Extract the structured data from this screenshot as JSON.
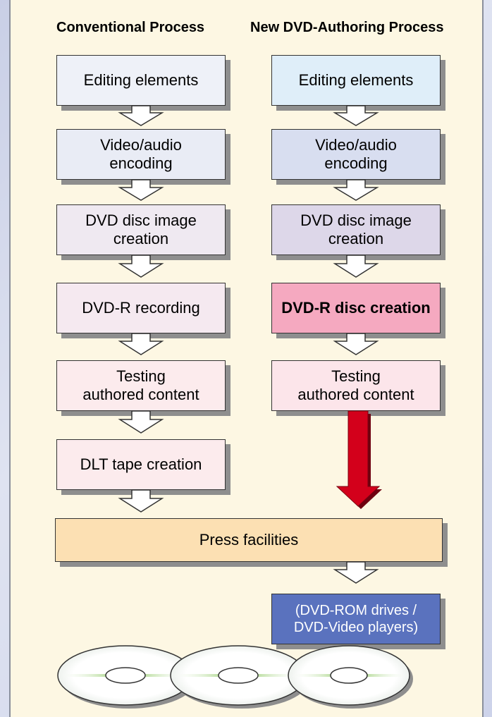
{
  "columns": {
    "left_title": "Conventional Process",
    "right_title": "New DVD-Authoring Process"
  },
  "left_steps": [
    {
      "label": "Editing elements"
    },
    {
      "label": "Video/audio\nencoding"
    },
    {
      "label": "DVD disc image\ncreation"
    },
    {
      "label": "DVD-R recording"
    },
    {
      "label": "Testing\nauthored content"
    },
    {
      "label": "DLT tape creation"
    }
  ],
  "right_steps": [
    {
      "label": "Editing elements"
    },
    {
      "label": "Video/audio\nencoding"
    },
    {
      "label": "DVD disc image\ncreation"
    },
    {
      "label": "DVD-R disc creation",
      "highlight": true
    },
    {
      "label": "Testing\nauthored content"
    }
  ],
  "press": {
    "label": "Press facilities"
  },
  "output": {
    "label": "(DVD-ROM drives /\nDVD-Video players)"
  },
  "colors": {
    "panel": "#fdf7e3",
    "highlight_box": "#f5a9c0",
    "red_arrow": "#d3001b",
    "press_box": "#fce0b3",
    "output_box": "#5a72be"
  }
}
